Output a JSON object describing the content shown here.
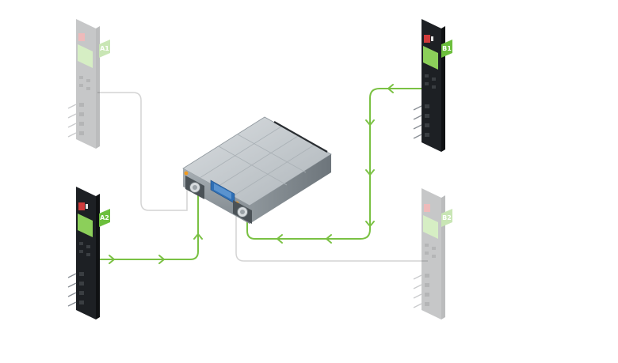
{
  "colors": {
    "active_cable": "#7ac143",
    "inactive_cable": "#d4d4d4",
    "label_active": "#6cbf3c",
    "label_inactive": "#c9e6b5",
    "pdu_body": "#1d2024",
    "pdu_body_faded": "#c8cbcd",
    "chassis_top": "#c4cacf",
    "chassis_side": "#9aa2a8",
    "accent_blue": "#2f6fb5"
  },
  "pdus": [
    {
      "id": "A1",
      "label": "A1",
      "state": "inactive"
    },
    {
      "id": "A2",
      "label": "A2",
      "state": "active"
    },
    {
      "id": "B1",
      "label": "B1",
      "state": "active"
    },
    {
      "id": "B2",
      "label": "B2",
      "state": "inactive"
    }
  ],
  "connections": [
    {
      "from": "A1",
      "to": "psu-left",
      "state": "inactive"
    },
    {
      "from": "A2",
      "to": "psu-left",
      "state": "active"
    },
    {
      "from": "B1",
      "to": "psu-right",
      "state": "active"
    },
    {
      "from": "B2",
      "to": "psu-right",
      "state": "inactive"
    }
  ],
  "icons": [
    "pdu-strip-icon",
    "storage-enclosure-icon",
    "power-supply-icon",
    "flow-arrow-icon"
  ]
}
